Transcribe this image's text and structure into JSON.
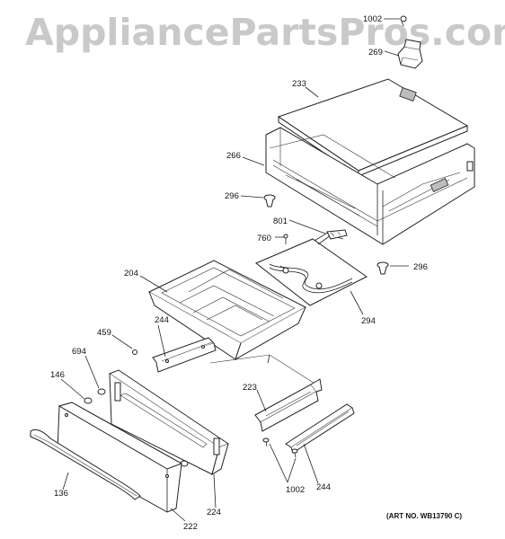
{
  "watermark": "AppliancePartsPros.com",
  "art_number": "(ART NO. WB13790 C)",
  "callouts": {
    "c1002_top": "1002",
    "c269": "269",
    "c233": "233",
    "c266": "266",
    "c296_left": "296",
    "c801": "801",
    "c760": "760",
    "c296_right": "296",
    "c294": "294",
    "c204": "204",
    "c244_top": "244",
    "c459": "459",
    "c694": "694",
    "c146": "146",
    "c223": "223",
    "c136": "136",
    "c222": "222",
    "c224": "224",
    "c1002_bottom": "1002",
    "c244_bottom": "244"
  }
}
